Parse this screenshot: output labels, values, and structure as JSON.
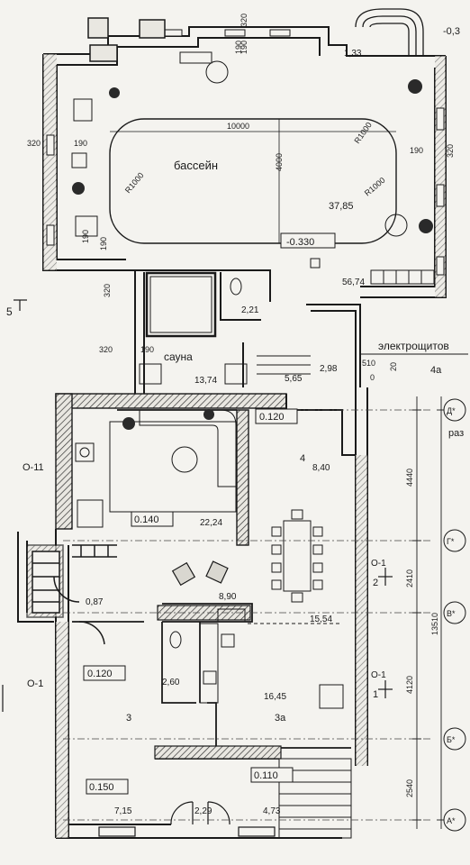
{
  "rooms": {
    "pool_name": "бассейн",
    "pool_level": "-0.330",
    "pool_area": "37,85",
    "pool_gallery_area": "56,74",
    "pool_length": "10000",
    "pool_width": "4000",
    "pool_radius_1": "R1000",
    "pool_radius_2": "R1000",
    "pool_radius_3": "R1000",
    "pool_left_dim": "190",
    "pool_right_dim": "190",
    "pool_bottom_dim": "190",
    "top_entry_area": "1,33",
    "top_wall_dim_1": "190",
    "top_wall_dim_2": "320",
    "sauna_name": "сауна",
    "sauna_area": "13,74",
    "wc_top_area": "2,21",
    "corridor_area": "5,65",
    "electrical_area": "2,98",
    "electrical_name": "электрощитов",
    "electrical_dim_1": "510",
    "electrical_dim_2": "20",
    "electrical_dim_3": "0",
    "hall4_level": "0.120",
    "hall4_area": "8,40",
    "hall4_num": "4",
    "hall4_arrow": "4а",
    "living_area": "22,24",
    "living_level": "0.140",
    "dining_area": "8,90",
    "kitchen_area": "15,54",
    "stair_area": "0,87",
    "wc_bottom_area": "2,60",
    "room3_level": "0.120",
    "room3_num": "3",
    "room3a_area": "16,45",
    "room3a_num": "3а",
    "entrance_level": "0.150",
    "entrance_area": "7,15",
    "vestibule_area": "2,29",
    "porch_area": "4,73",
    "porch_level": "0.110"
  },
  "left_labels": {
    "wall_320_a": "320",
    "wall_190_a": "190",
    "wall_320_b": "320",
    "wall_320_c": "320",
    "wall_190_b": "190",
    "wall_190_c": "190",
    "axis_o11": "O-11",
    "axis_o1": "O-1",
    "section_5": "5"
  },
  "right_labels": {
    "axis_d": "Д*",
    "axis_g": "Г*",
    "axis_v": "В*",
    "axis_b": "Б*",
    "axis_a": "А*",
    "dim_4440": "4440",
    "dim_2410": "2410",
    "dim_4120": "4120",
    "dim_2540": "2540",
    "dim_13510": "13510",
    "sec_o1_a": "O-1",
    "sec_2": "2",
    "sec_o1_b": "O-1",
    "sec_1": "1",
    "text_raz": "раз",
    "wall_320_r": "320",
    "top_right": "-0,3"
  },
  "colors": {
    "wall_hatch": "#2a2a2a",
    "paper": "#f4f3ef",
    "ink": "#1a1a1a"
  }
}
